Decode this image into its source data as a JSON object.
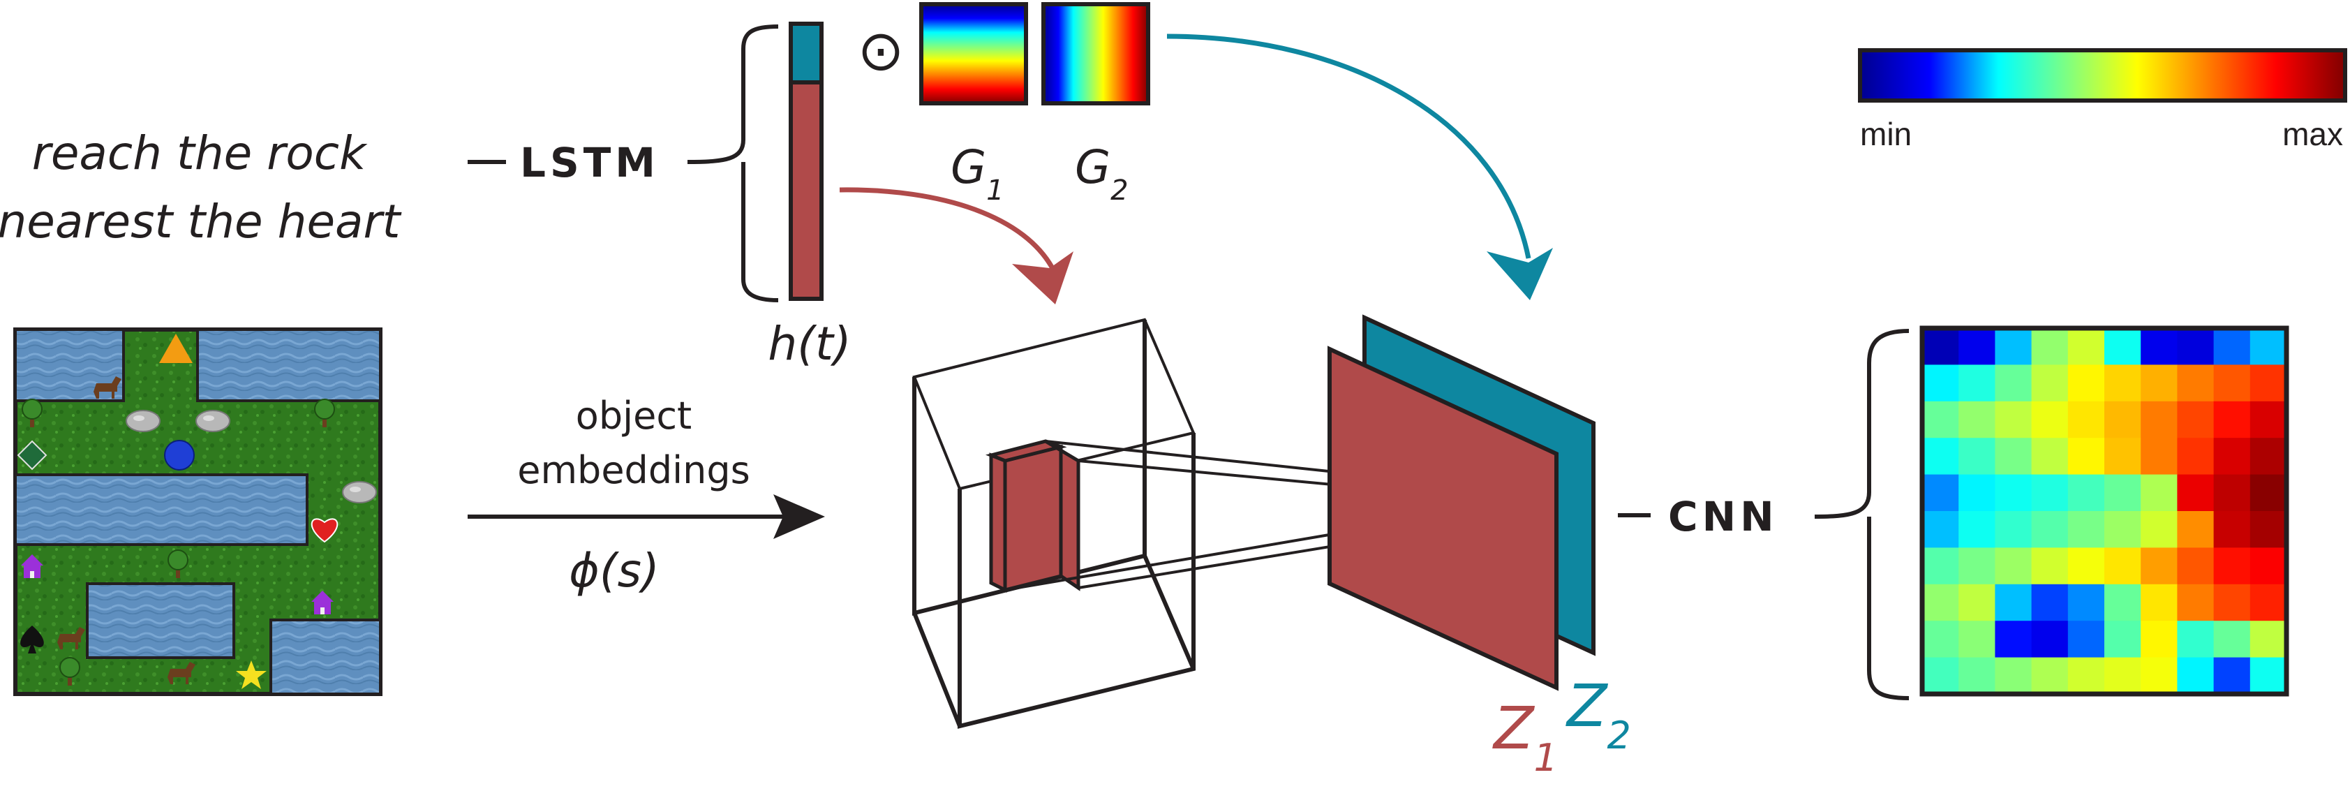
{
  "instruction": {
    "line1": "reach the rock",
    "line2": "nearest the heart"
  },
  "labels": {
    "lstm": "LSTM",
    "cnn": "CNN",
    "h": "h(t)",
    "odot": "⊙",
    "g1_main": "G",
    "g1_sub": "1",
    "g2_main": "G",
    "g2_sub": "2",
    "emb_line1": "object",
    "emb_line2": "embeddings",
    "phi": "ϕ(s)",
    "z1_main": "Z",
    "z1_sub": "1",
    "z2_main": "Z",
    "z2_sub": "2"
  },
  "colorbar": {
    "min": "min",
    "max": "max",
    "stops": [
      "#00008f",
      "#0000ff",
      "#00ffff",
      "#80ff80",
      "#ffff00",
      "#ff8000",
      "#ff0000",
      "#800000"
    ]
  },
  "colors": {
    "red": "#b04a4a",
    "teal": "#0e87a0",
    "dark": "#231f20",
    "grass": "#2f7a1e",
    "water": "#5f8fbf"
  },
  "heatmap": {
    "values": [
      [
        0.05,
        0.12,
        0.25,
        0.45,
        0.52,
        0.3,
        0.12,
        0.1,
        0.2,
        0.25
      ],
      [
        0.28,
        0.32,
        0.4,
        0.5,
        0.58,
        0.62,
        0.66,
        0.72,
        0.76,
        0.8
      ],
      [
        0.4,
        0.45,
        0.5,
        0.55,
        0.6,
        0.65,
        0.72,
        0.78,
        0.84,
        0.9
      ],
      [
        0.3,
        0.35,
        0.42,
        0.5,
        0.58,
        0.64,
        0.72,
        0.8,
        0.9,
        0.95
      ],
      [
        0.22,
        0.28,
        0.3,
        0.32,
        0.36,
        0.4,
        0.48,
        0.88,
        0.93,
        0.99
      ],
      [
        0.25,
        0.3,
        0.34,
        0.38,
        0.42,
        0.46,
        0.52,
        0.7,
        0.92,
        0.96
      ],
      [
        0.38,
        0.42,
        0.46,
        0.52,
        0.56,
        0.6,
        0.68,
        0.76,
        0.84,
        0.86
      ],
      [
        0.45,
        0.5,
        0.25,
        0.18,
        0.22,
        0.4,
        0.6,
        0.72,
        0.78,
        0.82
      ],
      [
        0.4,
        0.44,
        0.15,
        0.12,
        0.2,
        0.38,
        0.58,
        0.34,
        0.4,
        0.5
      ],
      [
        0.36,
        0.4,
        0.44,
        0.48,
        0.52,
        0.54,
        0.56,
        0.28,
        0.18,
        0.3
      ]
    ]
  },
  "grid_map": {
    "items": [
      {
        "icon": "triangle",
        "color": "#f39c12"
      },
      {
        "icon": "horse",
        "color": "#6b3e1e"
      },
      {
        "icon": "rock",
        "color": "#b8b8b8"
      },
      {
        "icon": "rock",
        "color": "#b8b8b8"
      },
      {
        "icon": "tree",
        "color": "#3a8a2a"
      },
      {
        "icon": "tree",
        "color": "#3a8a2a"
      },
      {
        "icon": "diamond",
        "color": "#1f6b3a"
      },
      {
        "icon": "circle",
        "color": "#1f3fd6"
      },
      {
        "icon": "rock",
        "color": "#b8b8b8"
      },
      {
        "icon": "heart",
        "color": "#e02020"
      },
      {
        "icon": "house",
        "color": "#9b30d9"
      },
      {
        "icon": "tree",
        "color": "#3a8a2a"
      },
      {
        "icon": "house",
        "color": "#9b30d9"
      },
      {
        "icon": "spade",
        "color": "#111111"
      },
      {
        "icon": "horse",
        "color": "#6b3e1e"
      },
      {
        "icon": "horse",
        "color": "#6b3e1e"
      },
      {
        "icon": "tree",
        "color": "#3a8a2a"
      },
      {
        "icon": "star",
        "color": "#f5e020"
      }
    ]
  }
}
